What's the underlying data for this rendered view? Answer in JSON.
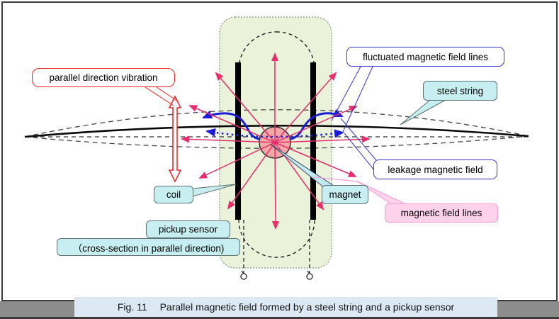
{
  "caption": {
    "prefix": "Fig. 11",
    "text": "Parallel magnetic field formed by a steel string and a pickup sensor"
  },
  "labels": {
    "parallel_vibration": "parallel direction vibration",
    "fluctuated_field_lines": "fluctuated magnetic field lines",
    "steel_string": "steel string",
    "leakage_field": "leakage magnetic field",
    "coil": "coil",
    "magnet": "magnet",
    "magnetic_field_lines": "magnetic field lines",
    "pickup_sensor": "pickup sensor",
    "cross_section": "（cross-section in parallel direction)"
  },
  "colors": {
    "field_arrow_crimson": "#e62e6b",
    "fluctuated_line_blue": "#1b1bd6",
    "vibration_red": "#ee2222",
    "callout_cyan_fill": "#c7eef0",
    "callout_pink_fill": "#ffd2ec",
    "sensor_body_fill": "#eaf3da",
    "magnet_fill": "#f3a8a8",
    "caption_bar_fill": "#dce9f5",
    "outer_gray": "#8c8c8c"
  }
}
